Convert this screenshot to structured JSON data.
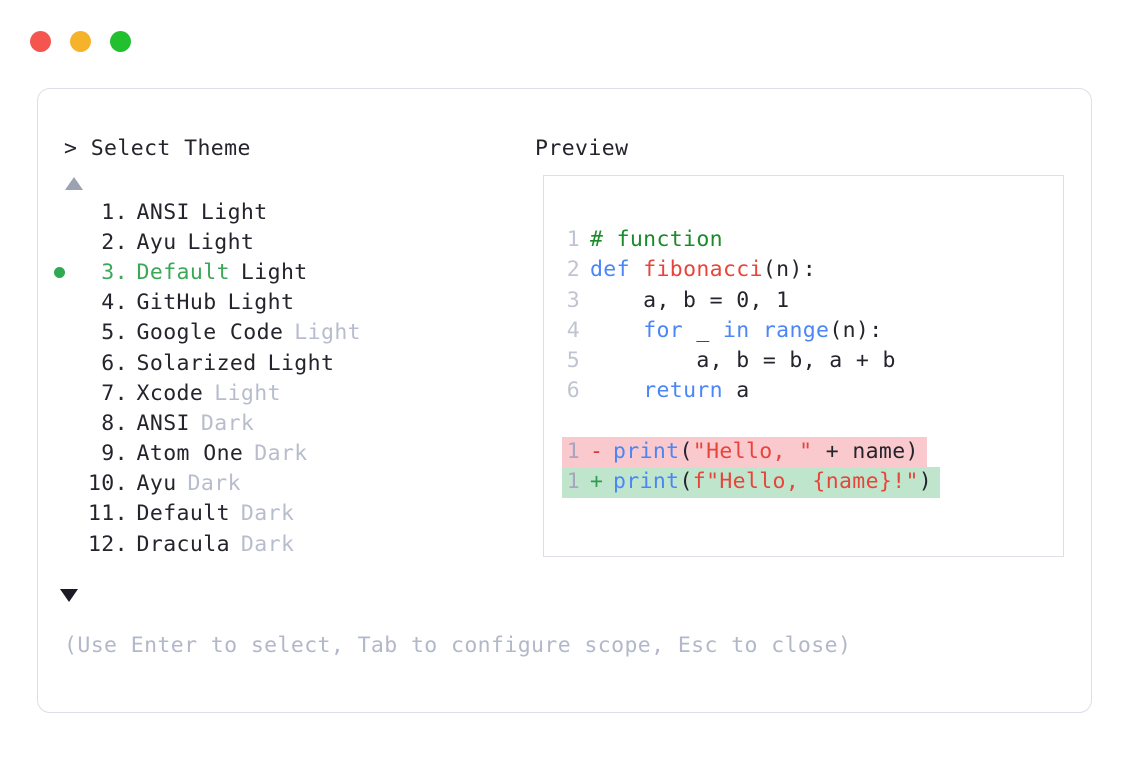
{
  "window": {
    "traffic_lights": [
      {
        "name": "close",
        "color": "#f4564f"
      },
      {
        "name": "minimize",
        "color": "#f6b22b"
      },
      {
        "name": "maximize",
        "color": "#22c02f"
      }
    ]
  },
  "header": {
    "prompt": "> Select Theme",
    "preview_label": "Preview"
  },
  "scroll": {
    "up_indicator": "▲",
    "down_indicator": "▼"
  },
  "themes": {
    "selected_index": 3,
    "items": [
      {
        "num": "1.",
        "name": "ANSI",
        "variant": "Light",
        "variant_muted": false,
        "selected": false
      },
      {
        "num": "2.",
        "name": "Ayu",
        "variant": "Light",
        "variant_muted": false,
        "selected": false
      },
      {
        "num": "3.",
        "name": "Default",
        "variant": "Light",
        "variant_muted": false,
        "selected": true
      },
      {
        "num": "4.",
        "name": "GitHub",
        "variant": "Light",
        "variant_muted": false,
        "selected": false
      },
      {
        "num": "5.",
        "name": "Google Code",
        "variant": "Light",
        "variant_muted": true,
        "selected": false
      },
      {
        "num": "6.",
        "name": "Solarized",
        "variant": "Light",
        "variant_muted": false,
        "selected": false
      },
      {
        "num": "7.",
        "name": "Xcode",
        "variant": "Light",
        "variant_muted": true,
        "selected": false
      },
      {
        "num": "8.",
        "name": "ANSI",
        "variant": "Dark",
        "variant_muted": true,
        "selected": false
      },
      {
        "num": "9.",
        "name": "Atom One",
        "variant": "Dark",
        "variant_muted": true,
        "selected": false
      },
      {
        "num": "10.",
        "name": "Ayu",
        "variant": "Dark",
        "variant_muted": true,
        "selected": false
      },
      {
        "num": "11.",
        "name": "Default",
        "variant": "Dark",
        "variant_muted": true,
        "selected": false
      },
      {
        "num": "12.",
        "name": "Dracula",
        "variant": "Dark",
        "variant_muted": true,
        "selected": false
      }
    ]
  },
  "preview": {
    "code_lines": [
      {
        "ln": "1",
        "tokens": [
          {
            "t": "# function",
            "c": "comment"
          }
        ]
      },
      {
        "ln": "2",
        "tokens": [
          {
            "t": "def ",
            "c": "keyword"
          },
          {
            "t": "fibonacci",
            "c": "func"
          },
          {
            "t": "(n):",
            "c": "plain"
          }
        ]
      },
      {
        "ln": "3",
        "tokens": [
          {
            "t": "    a, b = 0, 1",
            "c": "plain"
          }
        ]
      },
      {
        "ln": "4",
        "tokens": [
          {
            "t": "    ",
            "c": "plain"
          },
          {
            "t": "for",
            "c": "keyword"
          },
          {
            "t": " _ ",
            "c": "plain"
          },
          {
            "t": "in",
            "c": "keyword"
          },
          {
            "t": " ",
            "c": "plain"
          },
          {
            "t": "range",
            "c": "builtin"
          },
          {
            "t": "(n):",
            "c": "plain"
          }
        ]
      },
      {
        "ln": "5",
        "tokens": [
          {
            "t": "        a, b = b, a + b",
            "c": "plain"
          }
        ]
      },
      {
        "ln": "6",
        "tokens": [
          {
            "t": "    ",
            "c": "plain"
          },
          {
            "t": "return",
            "c": "keyword"
          },
          {
            "t": " a",
            "c": "plain"
          }
        ]
      }
    ],
    "diff_lines": [
      {
        "ln": "1",
        "sign": "-",
        "kind": "minus",
        "tokens": [
          {
            "t": "print",
            "c": "builtin"
          },
          {
            "t": "(",
            "c": "plain"
          },
          {
            "t": "\"Hello, \"",
            "c": "string"
          },
          {
            "t": " + name)",
            "c": "plain"
          }
        ]
      },
      {
        "ln": "1",
        "sign": "+",
        "kind": "plus",
        "tokens": [
          {
            "t": "print",
            "c": "builtin"
          },
          {
            "t": "(",
            "c": "plain"
          },
          {
            "t": "f\"Hello, {name}!\"",
            "c": "string"
          },
          {
            "t": ")",
            "c": "plain"
          }
        ]
      }
    ]
  },
  "footer": {
    "hint": "(Use Enter to select, Tab to configure scope, Esc to close)"
  },
  "colors": {
    "accent_green": "#33a852",
    "muted_text": "#b7bdcc",
    "body_text": "#24242c",
    "border": "#dcdfe6",
    "diff_minus_bg": "#f9c9ce",
    "diff_plus_bg": "#bfe6cd",
    "syntax_comment": "#1a8a2a",
    "syntax_keyword": "#4a86f7",
    "syntax_func": "#e8443a",
    "syntax_string": "#e8443a"
  }
}
